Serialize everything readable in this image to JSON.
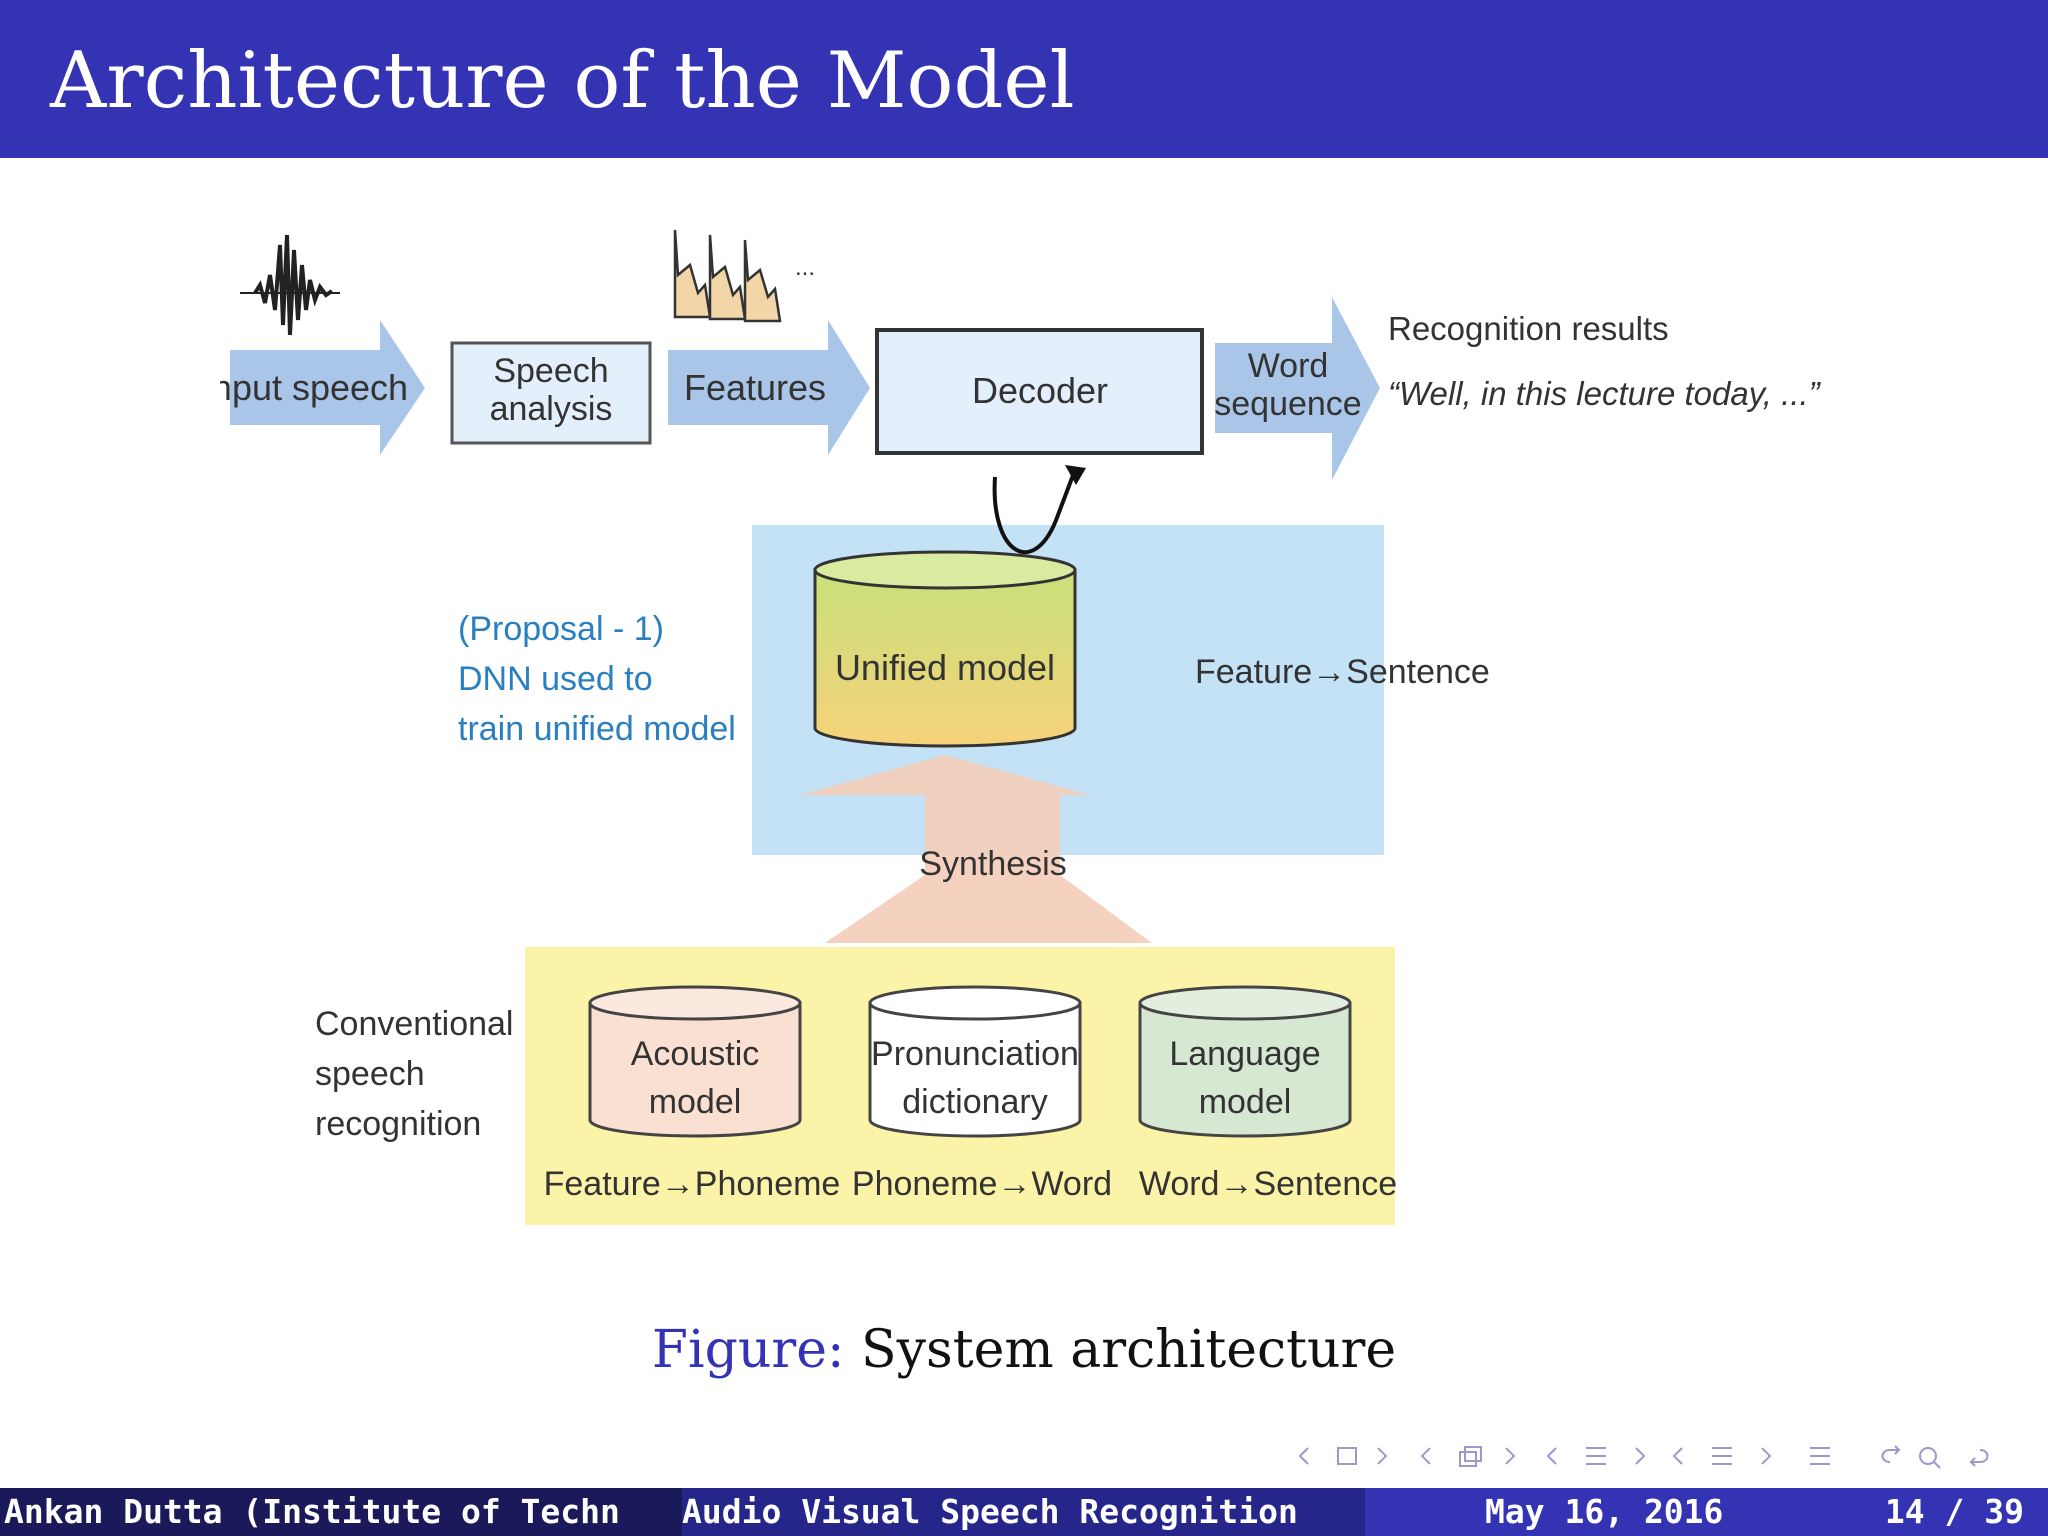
{
  "slide": {
    "title": "Architecture of the Model"
  },
  "diagram": {
    "input_speech": "Input speech",
    "speech_analysis": [
      "Speech",
      "analysis"
    ],
    "features": "Features",
    "features_ellipsis": "...",
    "decoder": "Decoder",
    "word_sequence": [
      "Word",
      "sequence"
    ],
    "recognition_results": "Recognition results",
    "recognition_quote": "“Well, in this lecture today, ...”",
    "proposal": [
      "(Proposal - 1)",
      "DNN used to",
      "train unified model"
    ],
    "unified_model": "Unified model",
    "feature_sentence": "Feature→Sentence",
    "synthesis": "Synthesis",
    "conventional": [
      "Conventional",
      "speech",
      "recognition"
    ],
    "acoustic_model": [
      "Acoustic",
      "model"
    ],
    "pronunciation_dictionary": [
      "Pronunciation",
      "dictionary"
    ],
    "language_model": [
      "Language",
      "model"
    ],
    "feature_phoneme": "Feature→Phoneme",
    "phoneme_word": "Phoneme→Word",
    "word_sentence": "Word→Sentence"
  },
  "caption": {
    "prefix": "Figure:",
    "text": "System architecture"
  },
  "footer": {
    "author": "Ankan Dutta (Institute of Techn",
    "talk_title": "Audio Visual Speech Recognition",
    "date": "May 16, 2016",
    "page": "14 / 39"
  }
}
